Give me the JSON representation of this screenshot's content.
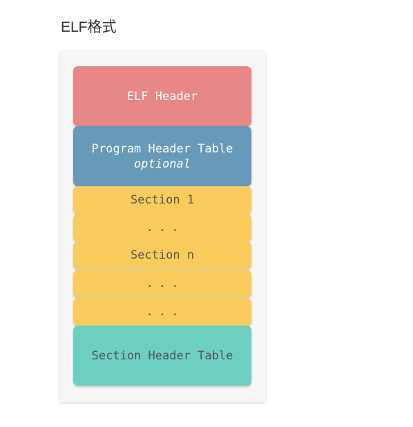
{
  "page": {
    "title": "ELF格式"
  },
  "diagram": {
    "elf_header": "ELF Header",
    "program_header_table": {
      "label": "Program Header Table",
      "note": "optional"
    },
    "sections": [
      "Section 1",
      "...",
      "Section n",
      "...",
      "..."
    ],
    "section_header_table": "Section Header Table",
    "colors": {
      "elf_header": "#e88787",
      "program_header_table": "#6799b8",
      "section": "#f7cc5d",
      "section_header_table": "#6ccfc1"
    }
  }
}
